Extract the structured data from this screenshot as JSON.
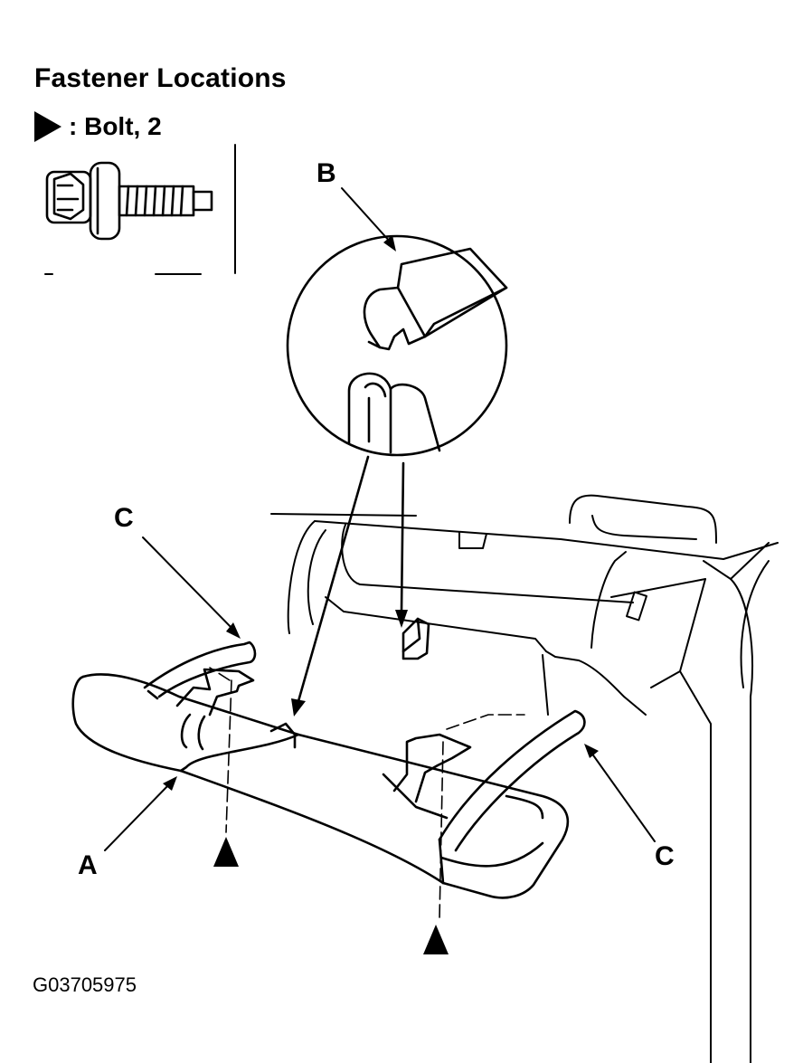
{
  "title": "Fastener Locations",
  "legend": {
    "symbol": "filled-triangle-pointer",
    "text": ": Bolt, 2"
  },
  "callouts": {
    "a": "A",
    "b": "B",
    "c_left": "C",
    "c_right": "C"
  },
  "figure_id": "G03705975"
}
